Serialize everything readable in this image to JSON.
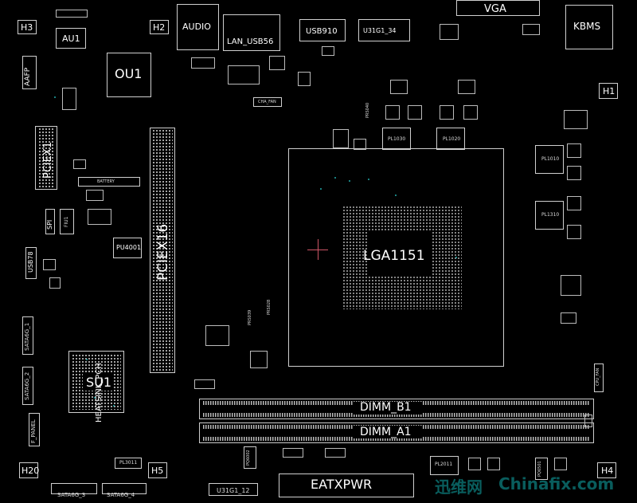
{
  "labels": {
    "h3": "H3",
    "au1": "AU1",
    "h2": "H2",
    "audio": "AUDIO",
    "lan_usb56": "LAN_USB56",
    "usb910": "USB910",
    "u31g1_34": "U31G1_34",
    "vga": "VGA",
    "kbms": "KBMS",
    "ou1": "OU1",
    "aafp": "AAFP",
    "h1": "H1",
    "pciex1": "PCIEX1",
    "battery": "BATTERY",
    "pciex16": "PCIEX16",
    "spi": "SPI",
    "fiu1": "FIU1",
    "pu4001": "PU4001",
    "usb78": "USB78",
    "lga1151": "LGA1151",
    "pl1030": "PL1030",
    "pl1020": "PL1020",
    "pl1010": "PL1010",
    "pl1310": "PL1310",
    "sataeg1": "SATA6G_1",
    "sataeg2": "SATA6G_2",
    "su1": "SU1",
    "heatsink": "HEATSINK_PCH",
    "dimm_b1": "DIMM_B1",
    "dimm_a1": "DIMM_A1",
    "fpanel": "F_PANEL",
    "h20": "H20",
    "h5": "H5",
    "pl3011": "PL3011",
    "sata3": "SATA6G_3",
    "sata4": "SATA6G_4",
    "u31g1_12": "U31G1_12",
    "eatxpwr": "EATXPWR",
    "pl2011": "PL2011",
    "h4": "H4",
    "cha_fan": "CHA_FAN",
    "prs040": "PRS040",
    "prs039": "PRS039",
    "prs028": "PRS028",
    "pq6002": "PQ6002",
    "pq6501": "PQ6501",
    "cpu_fan": "CPU_FAN",
    "watermark_cn": "迅维网",
    "watermark_en": "Chinafix.com"
  },
  "colors": {
    "background": "#000000",
    "outline": "#cfcfcf",
    "text": "#ffffff",
    "accent_teal": "#22aaaa",
    "crosshair": "#cc5566"
  }
}
